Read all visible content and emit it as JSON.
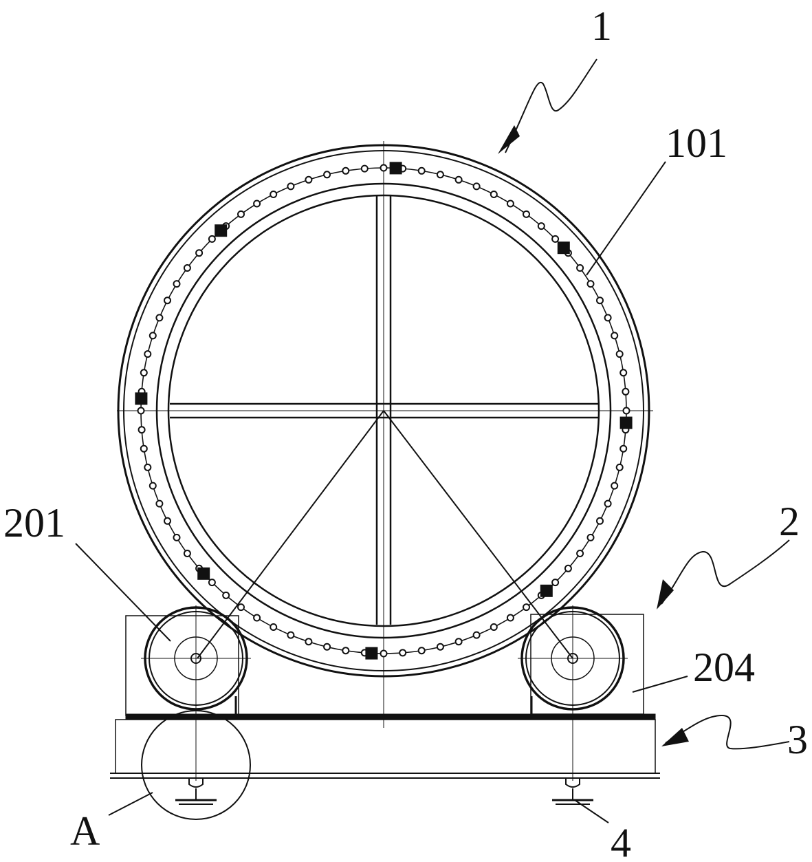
{
  "labels": {
    "drum": "1",
    "ring_gear": "101",
    "roller_frame": "2",
    "roller": "201",
    "frame_plate": "204",
    "base": "3",
    "rail": "4",
    "detail": "A"
  },
  "colors": {
    "line": "#111111",
    "background": "#ffffff"
  },
  "chain": {
    "pin_count": 80,
    "block_count": 8
  }
}
